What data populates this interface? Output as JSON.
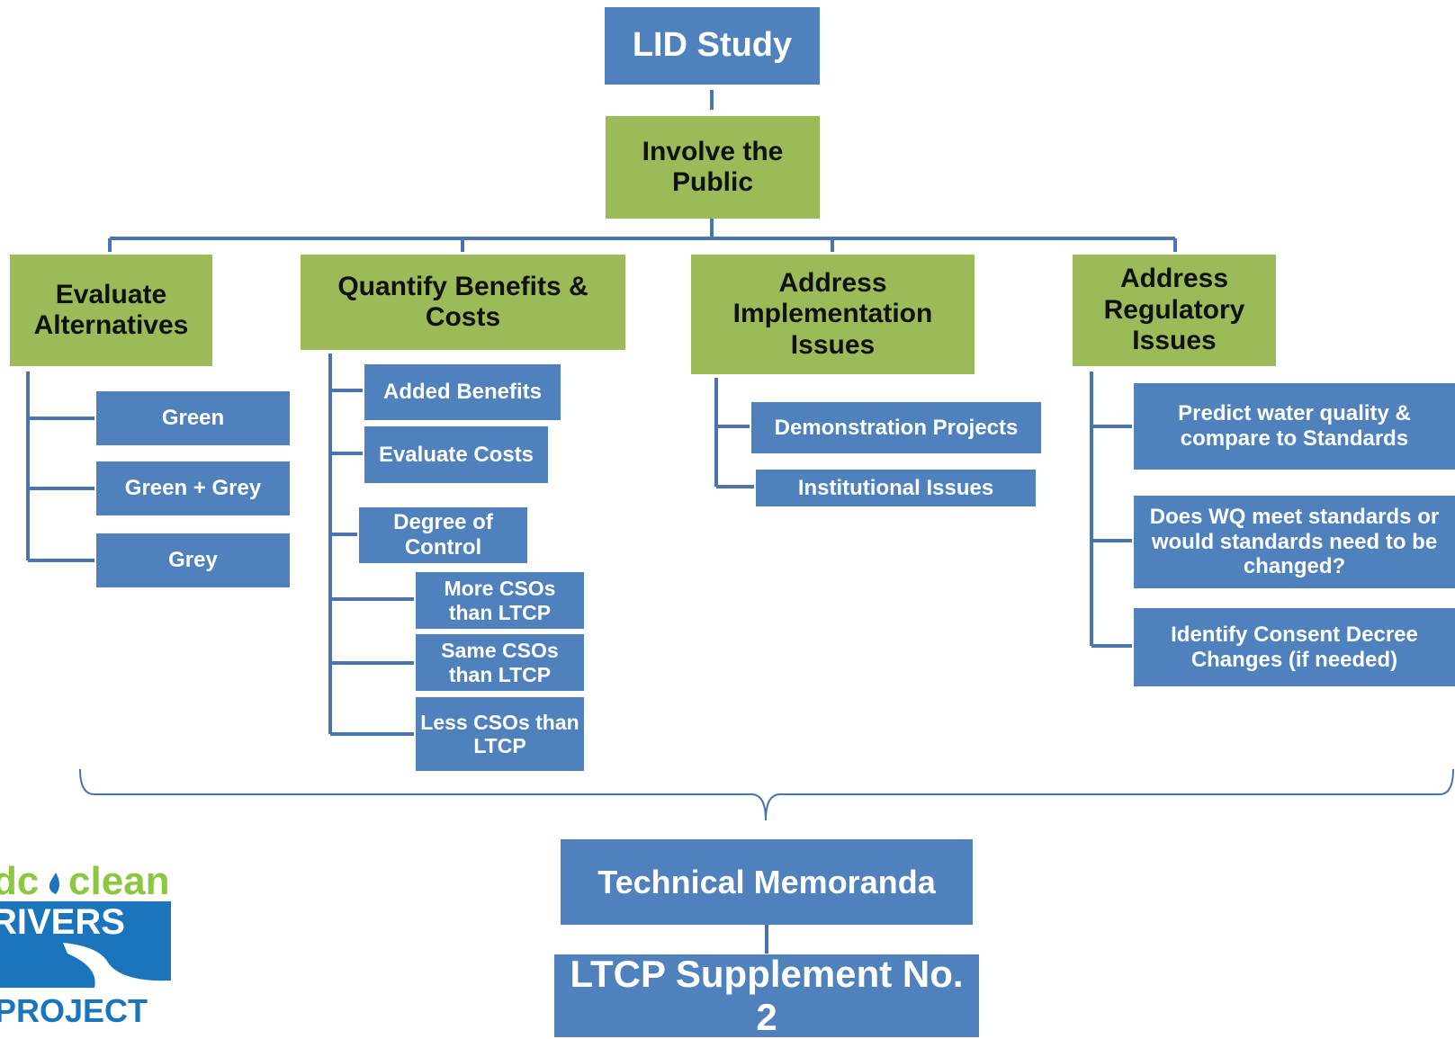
{
  "diagram": {
    "top": {
      "title": "LID Study",
      "involve": "Involve the Public"
    },
    "branches": [
      {
        "title": "Evaluate Alternatives",
        "items": [
          "Green",
          "Green + Grey",
          "Grey"
        ]
      },
      {
        "title": "Quantify Benefits & Costs",
        "items": [
          "Added Benefits",
          "Evaluate Costs",
          "Degree of Control"
        ],
        "sub_items": [
          "More CSOs than LTCP",
          "Same CSOs than LTCP",
          "Less CSOs than LTCP"
        ]
      },
      {
        "title": "Address Implementation Issues",
        "items": [
          "Demonstration Projects",
          "Institutional Issues"
        ]
      },
      {
        "title": "Address Regulatory Issues",
        "items": [
          "Predict water quality & compare to Standards",
          "Does WQ meet standards or would standards need to be changed?",
          "Identify Consent Decree Changes (if needed)"
        ]
      }
    ],
    "bottom": {
      "memo": "Technical Memoranda",
      "supplement": "LTCP Supplement No. 2"
    }
  },
  "logo": {
    "line1": "dc",
    "line1b": "clean",
    "line2": "RIVERS",
    "line3": "PROJECT"
  },
  "colors": {
    "blue": "#4f81bd",
    "green": "#9bbb59",
    "connector": "#4a74ad"
  }
}
